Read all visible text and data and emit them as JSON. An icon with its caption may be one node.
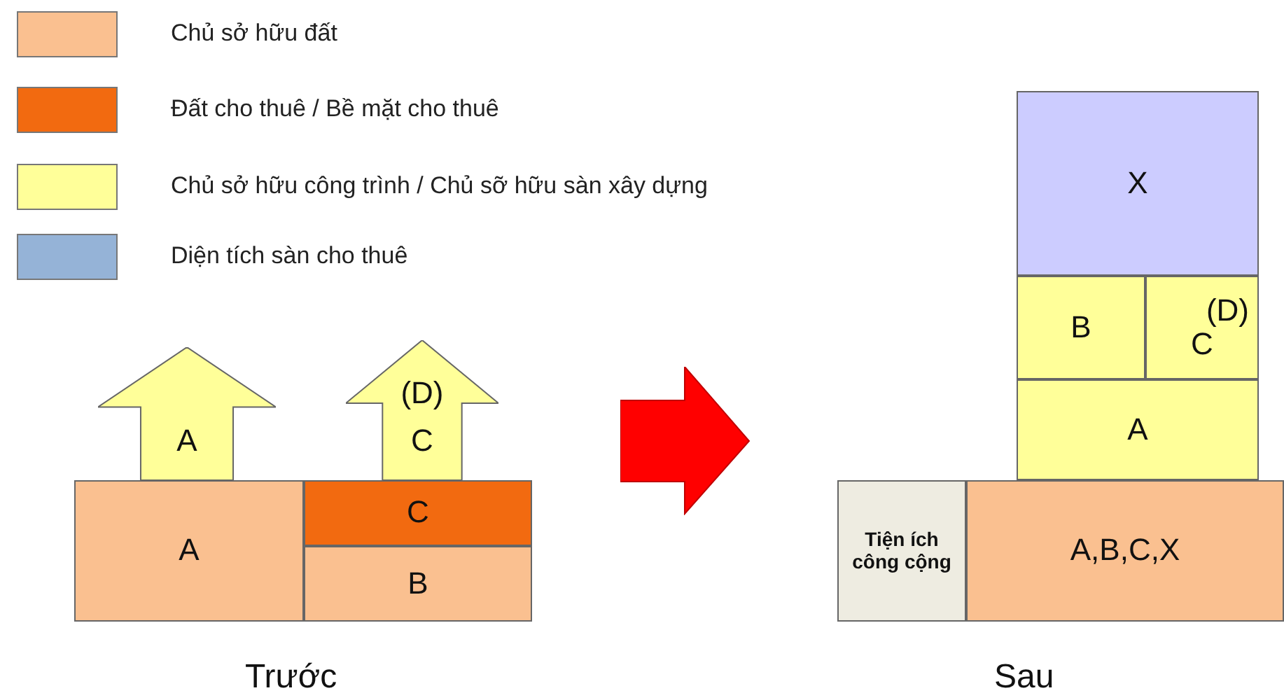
{
  "diagram": {
    "nodes": [
      {
        "text": [
          "A"
        ]
      },
      {
        "text": [
          "(D)",
          "C"
        ]
      },
      {
        "text": [
          "A"
        ]
      },
      {
        "text": [
          "C"
        ]
      },
      {
        "text": [
          "B"
        ]
      },
      {
        "text": [
          "X"
        ]
      },
      {
        "text": [
          "B"
        ]
      },
      {
        "text": [
          "(D)",
          "C"
        ]
      },
      {
        "text": [
          "A"
        ]
      },
      {
        "text": [
          "Tiện ích công cộng"
        ]
      },
      {
        "text": [
          "A,B,C,X"
        ]
      }
    ],
    "edges": [],
    "labels": [
      "Trước",
      "Sau"
    ],
    "legend": [
      {
        "text": "Chủ sở hữu đất",
        "color": "#fac090"
      },
      {
        "text": "Đất cho thuê / Bề mặt cho thuê",
        "color": "#f26a10"
      },
      {
        "text": "Chủ sở hữu công trình / Chủ sỡ hữu sàn xây dựng",
        "color": "#ffff99"
      },
      {
        "text": "Diện tích sàn cho thuê",
        "color": "#95b3d7"
      }
    ]
  }
}
